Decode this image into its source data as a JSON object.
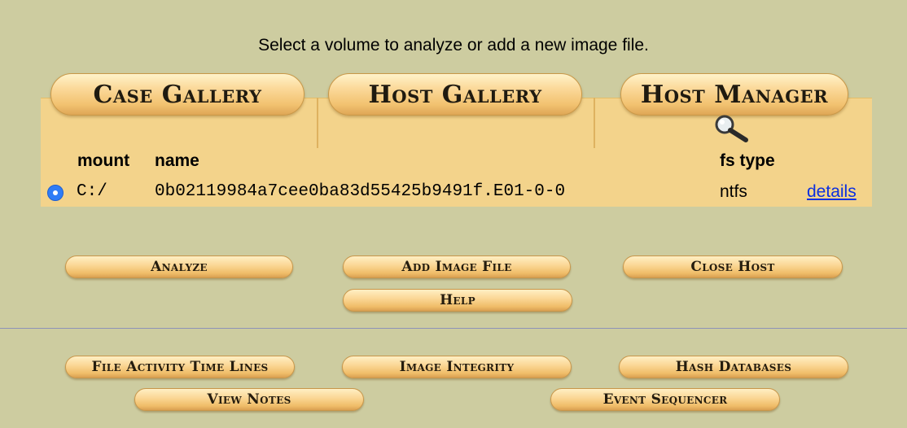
{
  "instructions": "Select a volume to analyze or add a new image file.",
  "tabs": [
    {
      "label": "Case Gallery"
    },
    {
      "label": "Host Gallery"
    },
    {
      "label": "Host Manager"
    }
  ],
  "volume_table": {
    "headers": {
      "mount": "mount",
      "name": "name",
      "fs_type": "fs type"
    },
    "rows": [
      {
        "selected": true,
        "mount": "C:/",
        "name": "0b02119984a7cee0ba83d55425b9491f.E01-0-0",
        "fs_type": "ntfs",
        "details": "details"
      }
    ]
  },
  "actions": {
    "analyze": "Analyze",
    "add_image_file": "Add Image File",
    "close_host": "Close Host",
    "help": "Help"
  },
  "tools": {
    "file_activity": "File Activity Time Lines",
    "image_integrity": "Image Integrity",
    "hash_databases": "Hash Databases",
    "view_notes": "View Notes",
    "event_sequencer": "Event Sequencer"
  },
  "colors": {
    "background": "#cdcca0",
    "panel": "#f3d38b",
    "button": "#f2c270",
    "link": "#0b2fe0",
    "radio": "#2f7cf6"
  }
}
